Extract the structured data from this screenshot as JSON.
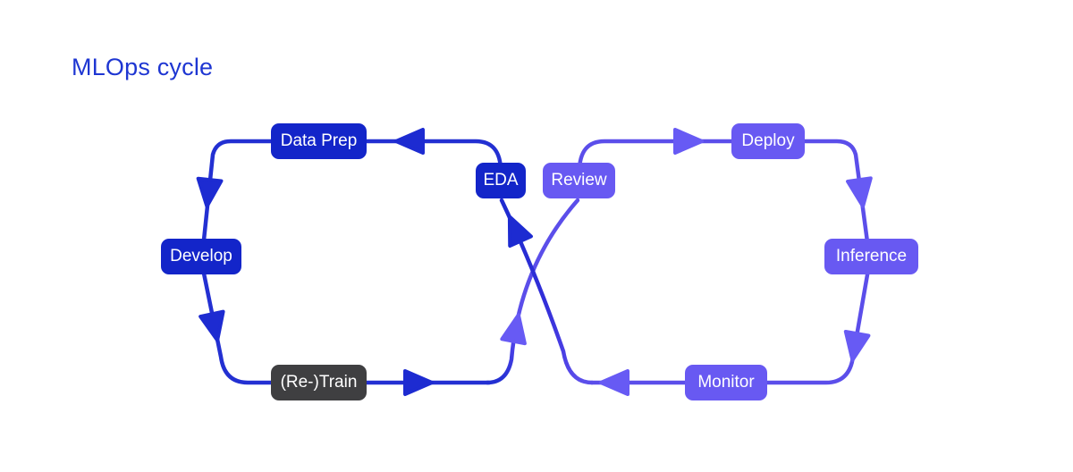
{
  "title": "MLOps cycle",
  "colors": {
    "title": "#1e36d2",
    "left_loop_node": "#1325c9",
    "left_loop_line": "#2330d2",
    "right_loop_node": "#6859f2",
    "right_loop_line": "#5b4eea",
    "retrain_node": "#3f3f41",
    "background": "#ffffff",
    "node_text": "#ffffff"
  },
  "nodes": [
    {
      "id": "data-prep",
      "label": "Data Prep",
      "loop": "left"
    },
    {
      "id": "eda",
      "label": "EDA",
      "loop": "left"
    },
    {
      "id": "develop",
      "label": "Develop",
      "loop": "left"
    },
    {
      "id": "retrain",
      "label": "(Re-)Train",
      "loop": "left"
    },
    {
      "id": "review",
      "label": "Review",
      "loop": "right"
    },
    {
      "id": "deploy",
      "label": "Deploy",
      "loop": "right"
    },
    {
      "id": "inference",
      "label": "Inference",
      "loop": "right"
    },
    {
      "id": "monitor",
      "label": "Monitor",
      "loop": "right"
    }
  ],
  "flow_order": [
    "EDA",
    "Data Prep",
    "Develop",
    "(Re-)Train",
    "Review",
    "Deploy",
    "Inference",
    "Monitor"
  ],
  "diagram_type": "infinity-loop"
}
